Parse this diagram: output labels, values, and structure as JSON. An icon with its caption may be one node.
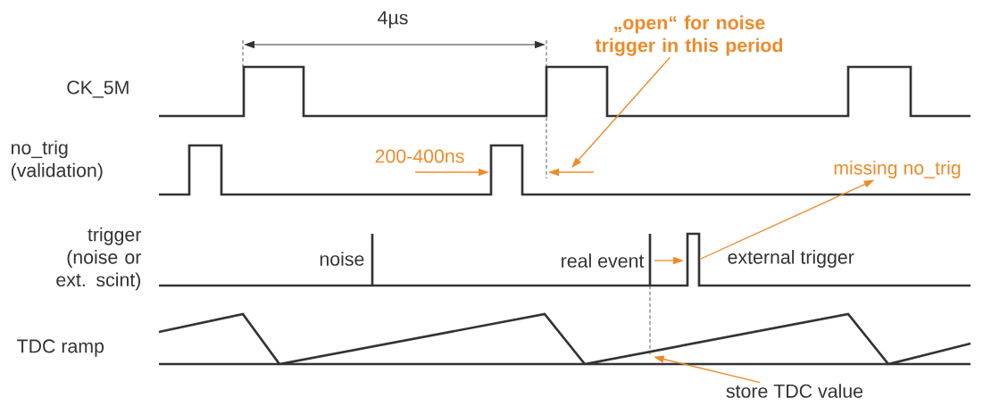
{
  "diagram": {
    "nodes": [
      {
        "text": [
          "„open“ for noise trigger in this period"
        ]
      },
      {
        "text": [
          "missing no_trig"
        ]
      },
      {
        "text": [
          "store TDC value"
        ]
      },
      {
        "text": [],
        "shape": "line"
      },
      {
        "text": [],
        "shape": "line"
      }
    ],
    "edges": [
      {
        "from": 0,
        "to": 3,
        "arrow": "to"
      },
      {
        "from": null,
        "to": 1,
        "arrow": "to"
      },
      {
        "from": 2,
        "to": 4,
        "arrow": "to"
      }
    ],
    "labels": [
      "4µs",
      "CK_5M",
      "no_trig (validation)",
      "trigger (noise or ext. scint)",
      "TDC ramp",
      "200-400ns",
      "noise",
      "real event",
      "external trigger"
    ]
  }
}
